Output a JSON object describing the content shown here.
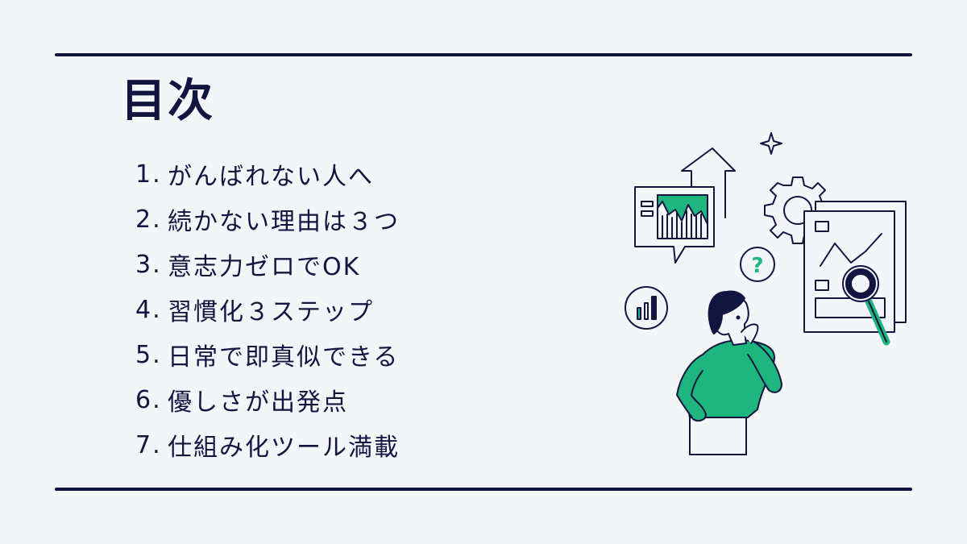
{
  "title": "目次",
  "items": [
    {
      "number": "1.",
      "label": "がんばれない人へ"
    },
    {
      "number": "2.",
      "label": "続かない理由は３つ"
    },
    {
      "number": "3.",
      "label": "意志力ゼロでOK"
    },
    {
      "number": "4.",
      "label": "習慣化３ステップ"
    },
    {
      "number": "5.",
      "label": "日常で即真似できる"
    },
    {
      "number": "6.",
      "label": "優しさが出発点"
    },
    {
      "number": "7.",
      "label": "仕組み化ツール満載"
    }
  ],
  "colors": {
    "navy": "#111540",
    "green": "#1fb57e",
    "background": "#f4f5f8"
  },
  "illustration": {
    "question_mark": "?"
  }
}
